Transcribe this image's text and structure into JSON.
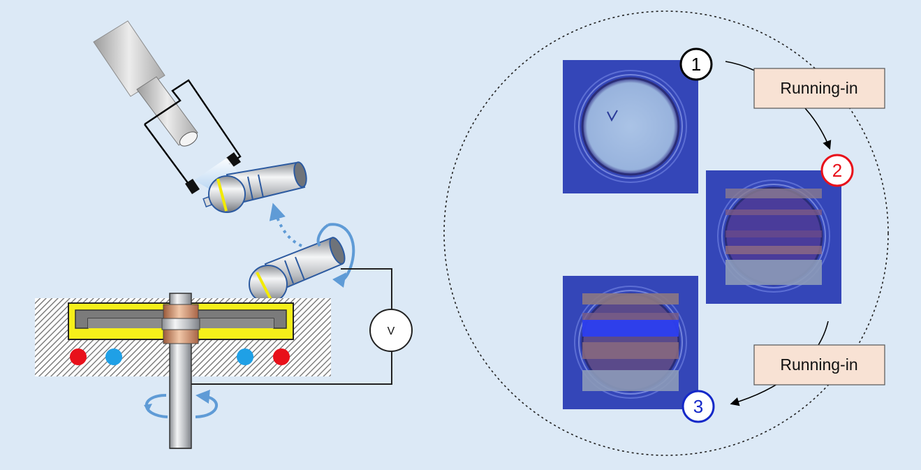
{
  "diagram": {
    "voltmeter_label": "V",
    "steps": [
      {
        "number": "1",
        "color": "#000000"
      },
      {
        "number": "2",
        "color": "#e8101a"
      },
      {
        "number": "3",
        "color": "#1428c8"
      }
    ],
    "process_labels": [
      "Running-in",
      "Running-in"
    ],
    "colors": {
      "background": "#dce9f6",
      "label_box_fill": "#f8e2d4",
      "micrograph_blue": "#2f3fb8",
      "hot_dot": "#e8101a",
      "cold_dot": "#1fa0e6",
      "specimen_holder": "#f5ef1a",
      "arrow_blue": "#5f9bd6"
    },
    "icons": [
      "rotation-arrow-icon",
      "dotted-arrow-icon",
      "flow-arrow-icon"
    ]
  }
}
